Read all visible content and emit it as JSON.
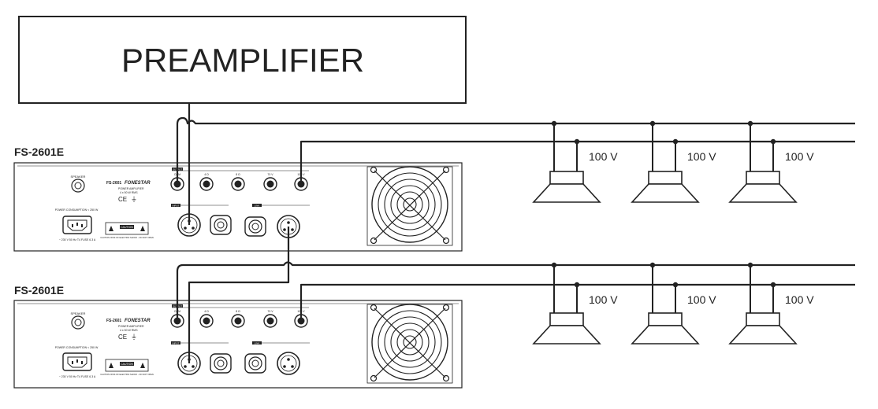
{
  "preamplifier": {
    "label": "PREAMPLIFIER"
  },
  "amplifiers": [
    {
      "model_label": "FS-2601E",
      "brand": "FONESTAR",
      "model_small": "FS-2601",
      "desc": "POWER AMPLIFIER",
      "power": "4 x 50 W RMS",
      "speaker_label": "SPEAKER",
      "power_label": "POWER CONSUMPTION < 250 W",
      "fuse_label": "~ 230 V 50 Hz T4 FUSE 6.3 A",
      "output_label": "OUTPUT",
      "input_label": "INPUT",
      "link_label": "LINK",
      "caution_label": "CAUTION",
      "warning_text": "CAUTION: RISK OF ELECTRIC SHOCK - DO NOT OPEN",
      "terminals": [
        "COM",
        "4 Ω",
        "8 Ω",
        "70 V",
        "100 V"
      ],
      "ce_mark": "CE"
    },
    {
      "model_label": "FS-2601E",
      "brand": "FONESTAR",
      "model_small": "FS-2601",
      "desc": "POWER AMPLIFIER",
      "power": "4 x 50 W RMS",
      "speaker_label": "SPEAKER",
      "power_label": "POWER CONSUMPTION < 250 W",
      "fuse_label": "~ 230 V 50 Hz T4 FUSE 6.3 A",
      "output_label": "OUTPUT",
      "input_label": "INPUT",
      "link_label": "LINK",
      "caution_label": "CAUTION",
      "warning_text": "CAUTION: RISK OF ELECTRIC SHOCK - DO NOT OPEN",
      "terminals": [
        "COM",
        "4 Ω",
        "8 Ω",
        "70 V",
        "100 V"
      ],
      "ce_mark": "CE"
    }
  ],
  "speaker_rows": [
    {
      "labels": [
        "100 V",
        "100 V",
        "100 V"
      ]
    },
    {
      "labels": [
        "100 V",
        "100 V",
        "100 V"
      ]
    }
  ]
}
